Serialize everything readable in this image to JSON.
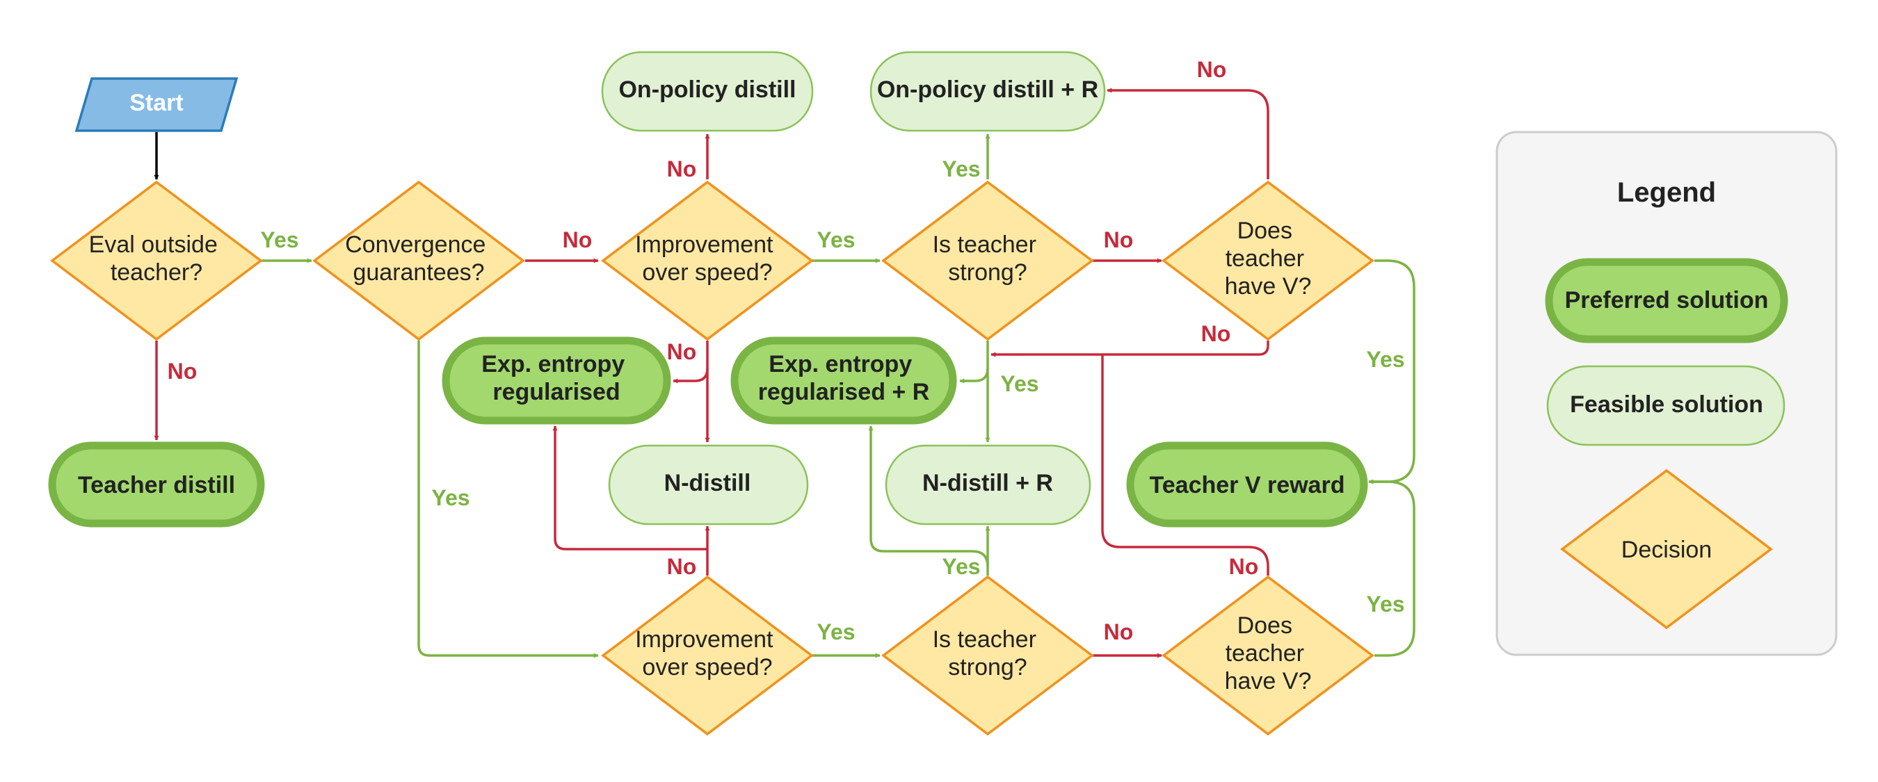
{
  "nodes": {
    "start": "Start",
    "eval_outside": [
      "Eval outside",
      "teacher?"
    ],
    "convergence": [
      "Convergence",
      "guarantees?"
    ],
    "improvement_top": [
      "Improvement",
      "over speed?"
    ],
    "strong_top": [
      "Is teacher",
      "strong?"
    ],
    "have_v_top": [
      "Does",
      "teacher",
      "have V?"
    ],
    "improvement_bottom": [
      "Improvement",
      "over speed?"
    ],
    "strong_bottom": [
      "Is teacher",
      "strong?"
    ],
    "have_v_bottom": [
      "Does",
      "teacher",
      "have V?"
    ],
    "teacher_distill": "Teacher distill",
    "on_policy": "On-policy distill",
    "on_policy_r": "On-policy distill + R",
    "exp_entropy": [
      "Exp. entropy",
      "regularised"
    ],
    "exp_entropy_r": [
      "Exp. entropy",
      "regularised + R"
    ],
    "n_distill": "N-distill",
    "n_distill_r": "N-distill + R",
    "teacher_v_reward": "Teacher V reward"
  },
  "edge_labels": {
    "yes": "Yes",
    "no": "No"
  },
  "legend": {
    "title": "Legend",
    "preferred": "Preferred solution",
    "feasible": "Feasible solution",
    "decision": "Decision"
  },
  "colors": {
    "yes": "#7cb342",
    "no": "#c62a3a",
    "decision_fill": "#ffe8a3",
    "decision_stroke": "#f0921d",
    "preferred_fill": "#a2d86e",
    "feasible_fill": "#e1f1d3",
    "start_fill": "#86bbe6"
  }
}
